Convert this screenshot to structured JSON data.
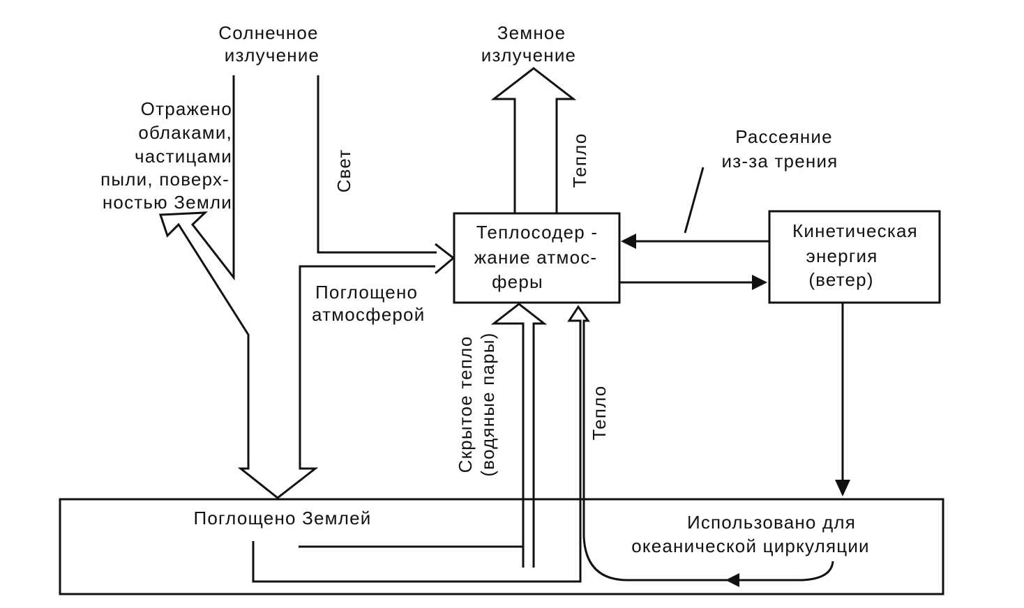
{
  "labels": {
    "solar": [
      "Солнечное",
      "излучение"
    ],
    "terrestrial": [
      "Земное",
      "излучение"
    ],
    "reflected": [
      "Отражено",
      "облаками,",
      "частицами",
      "пыли, поверх-",
      "ностью Земли"
    ],
    "light": "Свет",
    "heat_up": "Тепло",
    "dissipation": [
      "Рассеяние",
      "из-за трения"
    ],
    "absorbed_atm": [
      "Поглощено",
      "атмосферой"
    ],
    "latent_heat": [
      "Скрытое тепло",
      "(водяные пары)"
    ],
    "heat_surface": "Тепло"
  },
  "boxes": {
    "atmosphere": [
      "Теплосодер -",
      "жание атмос-",
      "феры"
    ],
    "kinetic": [
      "Кинетическая",
      "энергия",
      "(ветер)"
    ],
    "earth": "Поглощено Землей",
    "ocean": [
      "Использовано для",
      "океанической циркуляции"
    ]
  }
}
